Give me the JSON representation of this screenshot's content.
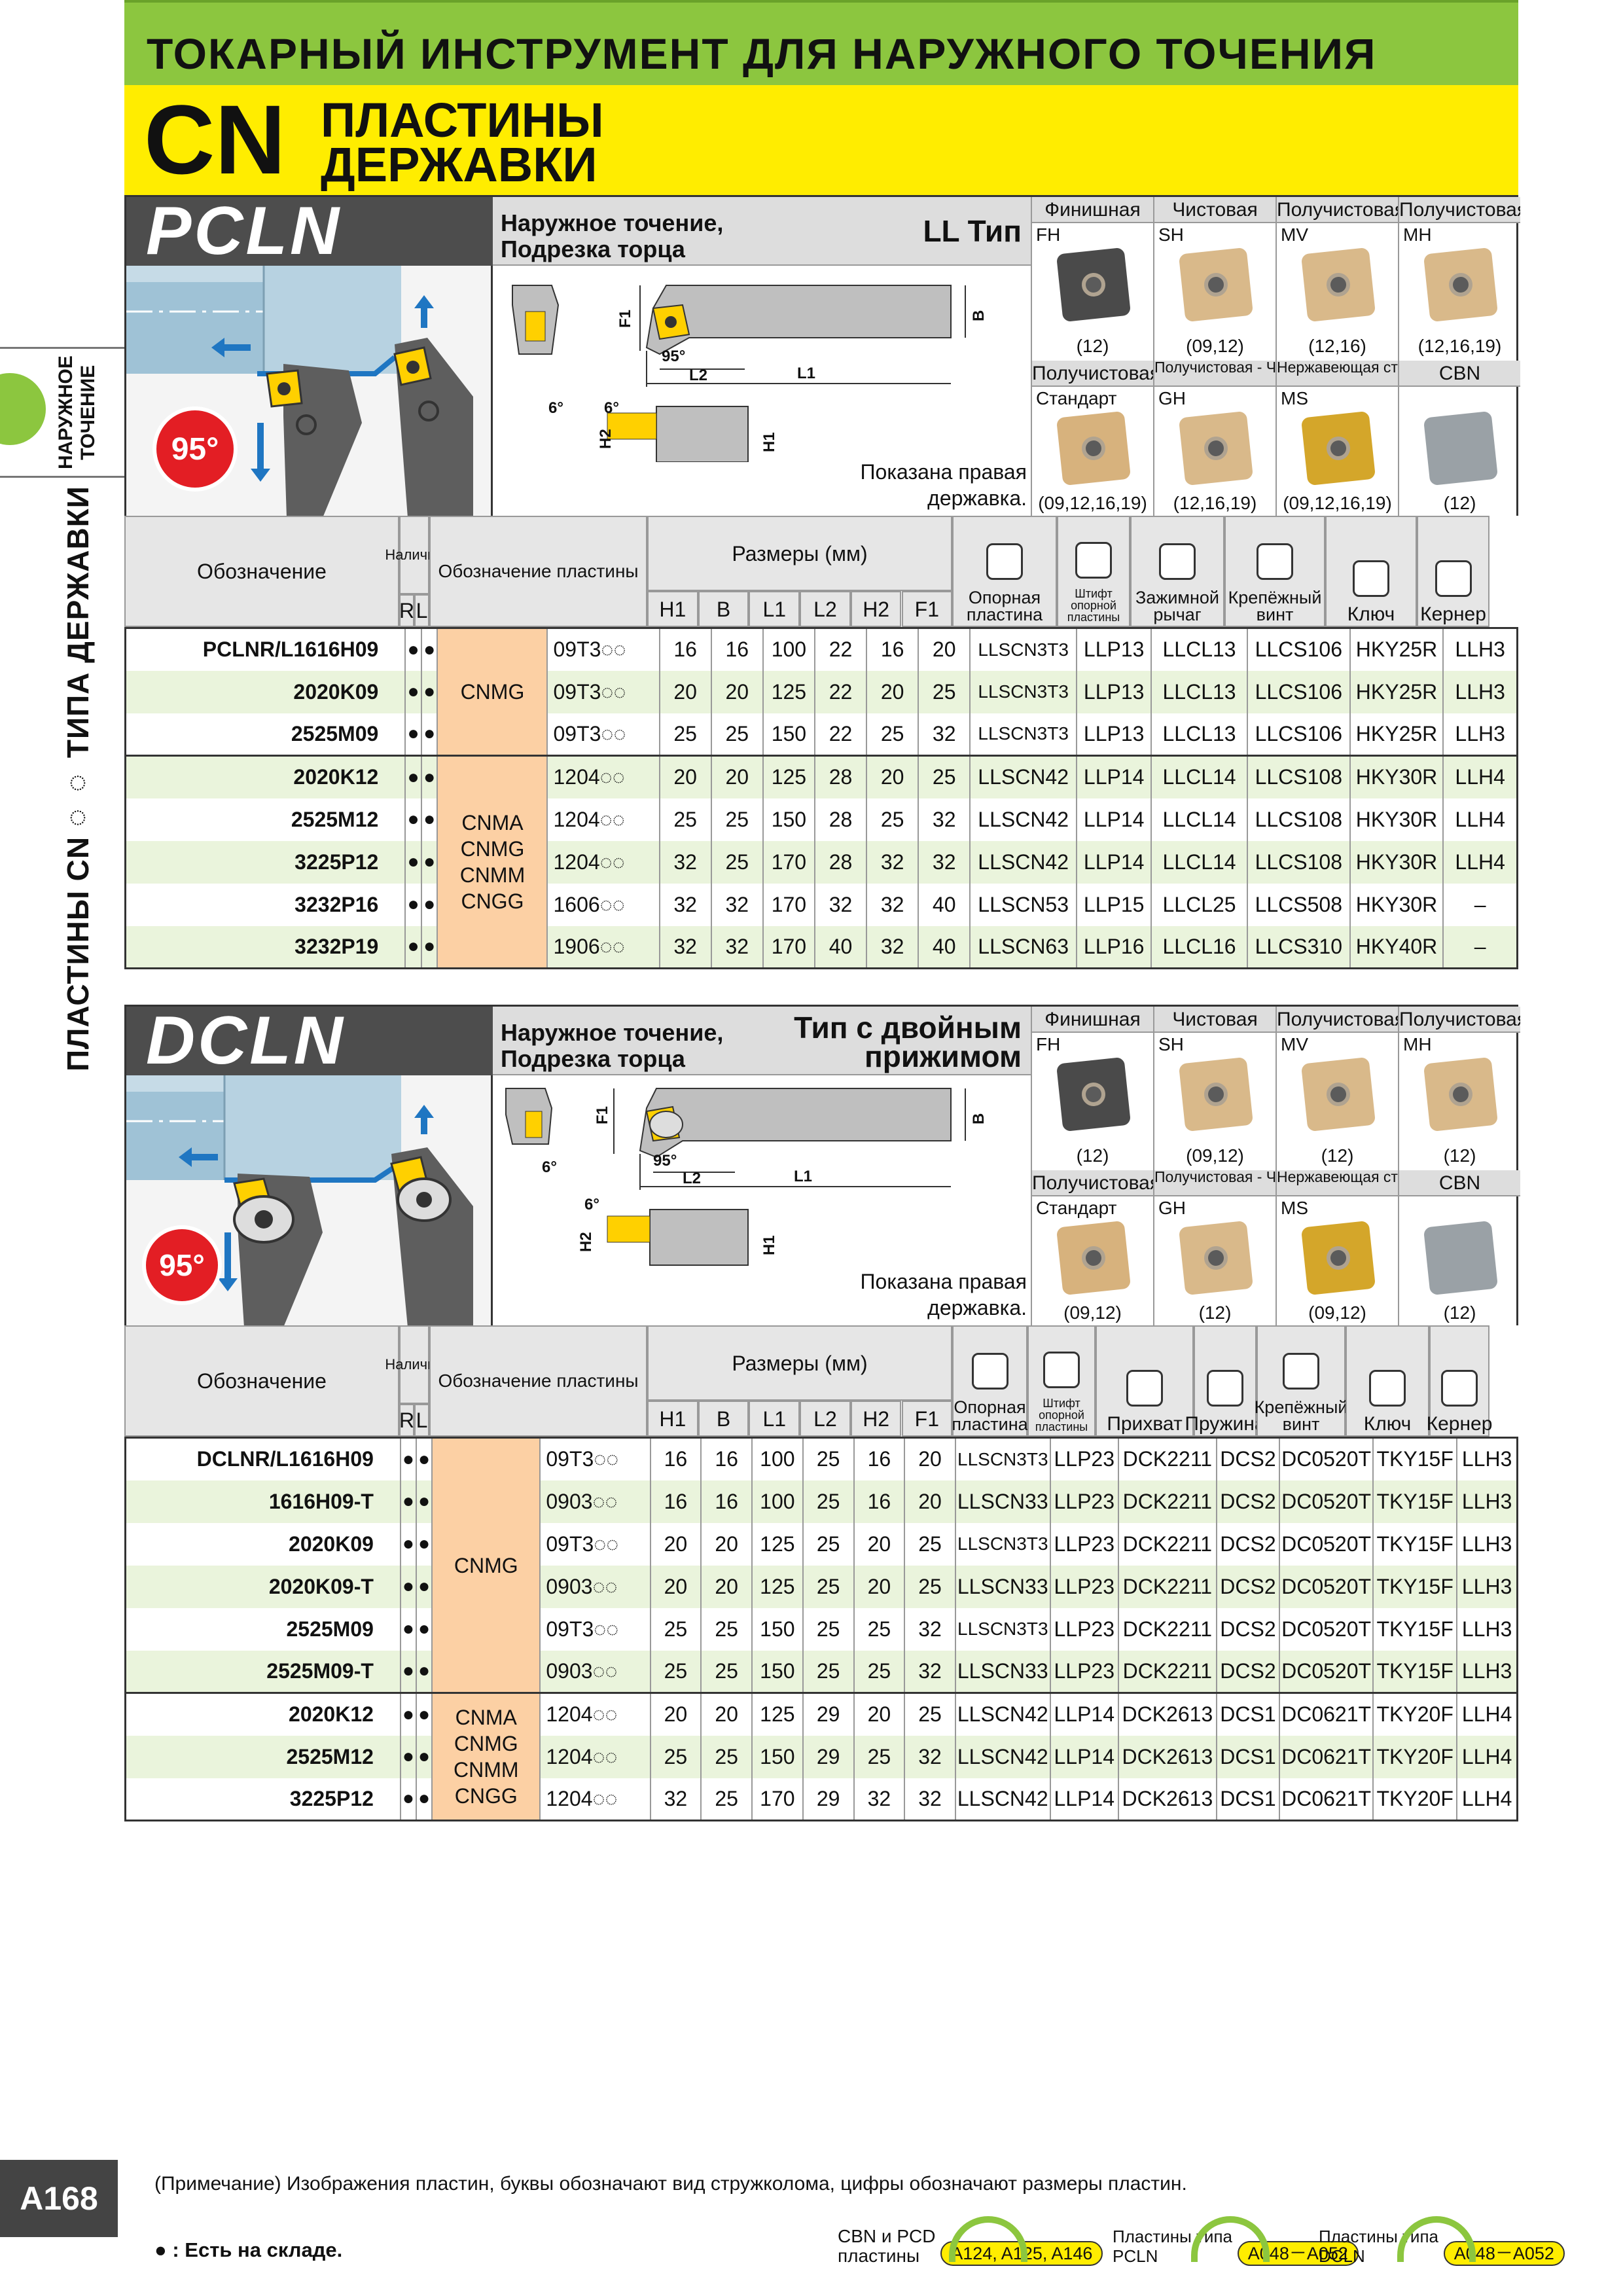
{
  "header": {
    "title": "ТОКАРНЫЙ ИНСТРУМЕНТ ДЛЯ НАРУЖНОГО ТОЧЕНИЯ",
    "cn": "CN",
    "line1": "ПЛАСТИНЫ",
    "line2": "ДЕРЖАВКИ"
  },
  "side": {
    "sub": "НАРУЖНОЕ ТОЧЕНИЕ",
    "main": "ПЛАСТИНЫ CN◌◌ ТИПА ДЕРЖАВКИ"
  },
  "pcln": {
    "code": "PCLN",
    "angle": "95°",
    "desc": "Наружное точение,\nПодрезка торца",
    "type": "LL Тип",
    "note": "Показана правая\nдержавка.",
    "draw": {
      "f1": "F1",
      "b": "B",
      "a95": "95°",
      "l2": "L2",
      "l1": "L1",
      "a6a": "6°",
      "a6b": "6°",
      "h2": "H2",
      "h1": "H1"
    },
    "inserts": [
      {
        "h": "Финишная",
        "c": "FH",
        "sz": "(12)",
        "col": "#4a4a4a"
      },
      {
        "h": "Чистовая",
        "c": "SH",
        "sz": "(09,12)",
        "col": "#d9b98a"
      },
      {
        "h": "Получистовая",
        "c": "MV",
        "sz": "(12,16)",
        "col": "#d9b98a"
      },
      {
        "h": "Получистовая",
        "c": "MH",
        "sz": "(12,16,19)",
        "col": "#d9b98a"
      },
      {
        "h": "Получистовая",
        "c": "Стандарт",
        "sz": "(09,12,16,19)",
        "col": "#d7b27d"
      },
      {
        "h": "Получистовая - Черновая",
        "c": "GH",
        "sz": "(12,16,19)",
        "col": "#d9b98a"
      },
      {
        "h": "Нержавеющая сталь",
        "c": "MS",
        "sz": "(09,12,16,19)",
        "col": "#d4a62a"
      },
      {
        "h": "CBN",
        "c": "",
        "sz": "(12)",
        "col": "#9aa1a6"
      }
    ],
    "th": {
      "designation": "Обозначение",
      "avail": "Наличие",
      "r": "R",
      "l": "L",
      "insert": "Обозначение пластины",
      "dims": "Размеры (мм)",
      "h1": "H1",
      "b": "B",
      "l1": "L1",
      "l2": "L2",
      "h2": "H2",
      "f1": "F1",
      "p1": "Опорная пластина",
      "p2": "Штифт опорной пластины",
      "p3": "Зажимной рычаг",
      "p4": "Крепёжный винт",
      "p5": "Ключ",
      "p6": "Кернер"
    },
    "groups": [
      {
        "ins": "CNMG",
        "rows": [
          [
            "PCLNR/L1616H09",
            "●",
            "●",
            "09T3◌◌",
            "16",
            "16",
            "100",
            "22",
            "16",
            "20",
            "LLSCN3T3",
            "LLP13",
            "LLCL13",
            "LLCS106",
            "HKY25R",
            "LLH3"
          ],
          [
            "2020K09",
            "●",
            "●",
            "09T3◌◌",
            "20",
            "20",
            "125",
            "22",
            "20",
            "25",
            "LLSCN3T3",
            "LLP13",
            "LLCL13",
            "LLCS106",
            "HKY25R",
            "LLH3"
          ],
          [
            "2525M09",
            "●",
            "●",
            "09T3◌◌",
            "25",
            "25",
            "150",
            "22",
            "25",
            "32",
            "LLSCN3T3",
            "LLP13",
            "LLCL13",
            "LLCS106",
            "HKY25R",
            "LLH3"
          ]
        ]
      },
      {
        "ins": "CNMA\nCNMG\nCNMM\nCNGG",
        "rows": [
          [
            "2020K12",
            "●",
            "●",
            "1204◌◌",
            "20",
            "20",
            "125",
            "28",
            "20",
            "25",
            "LLSCN42",
            "LLP14",
            "LLCL14",
            "LLCS108",
            "HKY30R",
            "LLH4"
          ],
          [
            "2525M12",
            "●",
            "●",
            "1204◌◌",
            "25",
            "25",
            "150",
            "28",
            "25",
            "32",
            "LLSCN42",
            "LLP14",
            "LLCL14",
            "LLCS108",
            "HKY30R",
            "LLH4"
          ],
          [
            "3225P12",
            "●",
            "●",
            "1204◌◌",
            "32",
            "25",
            "170",
            "28",
            "32",
            "32",
            "LLSCN42",
            "LLP14",
            "LLCL14",
            "LLCS108",
            "HKY30R",
            "LLH4"
          ],
          [
            "3232P16",
            "●",
            "●",
            "1606◌◌",
            "32",
            "32",
            "170",
            "32",
            "32",
            "40",
            "LLSCN53",
            "LLP15",
            "LLCL25",
            "LLCS508",
            "HKY30R",
            "–"
          ],
          [
            "3232P19",
            "●",
            "●",
            "1906◌◌",
            "32",
            "32",
            "170",
            "40",
            "32",
            "40",
            "LLSCN63",
            "LLP16",
            "LLCL16",
            "LLCS310",
            "HKY40R",
            "–"
          ]
        ]
      }
    ]
  },
  "dcln": {
    "code": "DCLN",
    "angle": "95°",
    "desc": "Наружное точение,\nПодрезка торца",
    "type": "Тип с двойным\nприжимом",
    "note": "Показана правая\nдержавка.",
    "draw": {
      "f1": "F1",
      "b": "B",
      "a95": "95°",
      "l2": "L2",
      "l1": "L1",
      "a6a": "6°",
      "a6b": "6°",
      "h2": "H2",
      "h1": "H1"
    },
    "inserts": [
      {
        "h": "Финишная",
        "c": "FH",
        "sz": "(12)",
        "col": "#4a4a4a"
      },
      {
        "h": "Чистовая",
        "c": "SH",
        "sz": "(09,12)",
        "col": "#d9b98a"
      },
      {
        "h": "Получистовая",
        "c": "MV",
        "sz": "(12)",
        "col": "#d9b98a"
      },
      {
        "h": "Получистовая",
        "c": "MH",
        "sz": "(12)",
        "col": "#d9b98a"
      },
      {
        "h": "Получистовая",
        "c": "Стандарт",
        "sz": "(09,12)",
        "col": "#d7b27d"
      },
      {
        "h": "Получистовая - Черновая",
        "c": "GH",
        "sz": "(12)",
        "col": "#d9b98a"
      },
      {
        "h": "Нержавеющая сталь",
        "c": "MS",
        "sz": "(09,12)",
        "col": "#d4a62a"
      },
      {
        "h": "CBN",
        "c": "",
        "sz": "(12)",
        "col": "#9aa1a6"
      }
    ],
    "th": {
      "designation": "Обозначение",
      "avail": "Наличие",
      "r": "R",
      "l": "L",
      "insert": "Обозначение пластины",
      "dims": "Размеры (мм)",
      "h1": "H1",
      "b": "B",
      "l1": "L1",
      "l2": "L2",
      "h2": "H2",
      "f1": "F1",
      "p1": "Опорная пластина",
      "p2": "Штифт опорной пластины",
      "p3": "Прихват",
      "p4": "Пружина",
      "p5": "Крепёжный винт",
      "p6": "Ключ",
      "p7": "Кернер"
    },
    "groups": [
      {
        "ins": "CNMG",
        "rows": [
          [
            "DCLNR/L1616H09",
            "●",
            "●",
            "09T3◌◌",
            "16",
            "16",
            "100",
            "25",
            "16",
            "20",
            "LLSCN3T3",
            "LLP23",
            "DCK2211",
            "DCS2",
            "DC0520T",
            "TKY15F",
            "LLH3"
          ],
          [
            "1616H09-T",
            "●",
            "●",
            "0903◌◌",
            "16",
            "16",
            "100",
            "25",
            "16",
            "20",
            "LLSCN33",
            "LLP23",
            "DCK2211",
            "DCS2",
            "DC0520T",
            "TKY15F",
            "LLH3"
          ],
          [
            "2020K09",
            "●",
            "●",
            "09T3◌◌",
            "20",
            "20",
            "125",
            "25",
            "20",
            "25",
            "LLSCN3T3",
            "LLP23",
            "DCK2211",
            "DCS2",
            "DC0520T",
            "TKY15F",
            "LLH3"
          ],
          [
            "2020K09-T",
            "●",
            "●",
            "0903◌◌",
            "20",
            "20",
            "125",
            "25",
            "20",
            "25",
            "LLSCN33",
            "LLP23",
            "DCK2211",
            "DCS2",
            "DC0520T",
            "TKY15F",
            "LLH3"
          ],
          [
            "2525M09",
            "●",
            "●",
            "09T3◌◌",
            "25",
            "25",
            "150",
            "25",
            "25",
            "32",
            "LLSCN3T3",
            "LLP23",
            "DCK2211",
            "DCS2",
            "DC0520T",
            "TKY15F",
            "LLH3"
          ],
          [
            "2525M09-T",
            "●",
            "●",
            "0903◌◌",
            "25",
            "25",
            "150",
            "25",
            "25",
            "32",
            "LLSCN33",
            "LLP23",
            "DCK2211",
            "DCS2",
            "DC0520T",
            "TKY15F",
            "LLH3"
          ]
        ]
      },
      {
        "ins": "CNMA\nCNMG\nCNMM\nCNGG",
        "rows": [
          [
            "2020K12",
            "●",
            "●",
            "1204◌◌",
            "20",
            "20",
            "125",
            "29",
            "20",
            "25",
            "LLSCN42",
            "LLP14",
            "DCK2613",
            "DCS1",
            "DC0621T",
            "TKY20F",
            "LLH4"
          ],
          [
            "2525M12",
            "●",
            "●",
            "1204◌◌",
            "25",
            "25",
            "150",
            "29",
            "25",
            "32",
            "LLSCN42",
            "LLP14",
            "DCK2613",
            "DCS1",
            "DC0621T",
            "TKY20F",
            "LLH4"
          ],
          [
            "3225P12",
            "●",
            "●",
            "1204◌◌",
            "32",
            "25",
            "170",
            "29",
            "32",
            "32",
            "LLSCN42",
            "LLP14",
            "DCK2613",
            "DCS1",
            "DC0621T",
            "TKY20F",
            "LLH4"
          ]
        ]
      }
    ]
  },
  "footer": {
    "note": "(Примечание) Изображения пластин, буквы обозначают вид стружколома, цифры обозначают размеры пластин.",
    "page": "A168",
    "legend": "● : Есть на складе.",
    "ref1_t": "CBN и PCD\nпластины",
    "ref1_p": "A124, A125, A146",
    "ref2_t": "Пластины типа\nPCLN",
    "ref2_p": "A048－A052",
    "ref3_t": "Пластины типа\nDCLN",
    "ref3_p": "A048－A052"
  }
}
